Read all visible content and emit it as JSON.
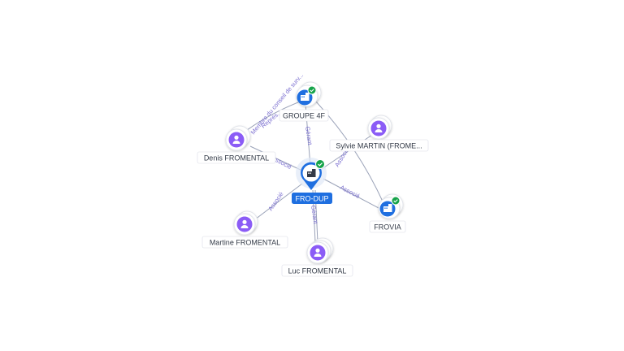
{
  "center": {
    "label": "FRO-DUP",
    "verified": true,
    "icon": "building-icon"
  },
  "companies": [
    {
      "id": "groupe-4f",
      "label": "GROUPE 4F",
      "verified": true,
      "icon": "building-icon"
    },
    {
      "id": "frovia",
      "label": "FROVIA",
      "verified": true,
      "icon": "building-icon"
    }
  ],
  "persons": [
    {
      "id": "denis",
      "label": "Denis FROMENTAL",
      "icon": "person-icon"
    },
    {
      "id": "sylvie",
      "label": "Sylvie MARTIN (FROME...",
      "icon": "person-icon"
    },
    {
      "id": "martine",
      "label": "Martine FROMENTAL",
      "icon": "person-icon"
    },
    {
      "id": "luc",
      "label": "Luc FROMENTAL",
      "icon": "person-icon"
    }
  ],
  "relations": {
    "groupe4f_center": "Gérant",
    "groupe4f_denis_a": "Membre du conseil de surv...",
    "groupe4f_denis_b": "Représ...",
    "denis_center": "Associé",
    "sylvie_center": "Associé",
    "martine_center": "Associé",
    "luc_center": "Gérant",
    "frovia_center": "Associé"
  },
  "colors": {
    "accent": "#1f6fe0",
    "person": "#8b5cf6",
    "verified": "#16a34a",
    "edge_label": "#7b6fd0"
  }
}
